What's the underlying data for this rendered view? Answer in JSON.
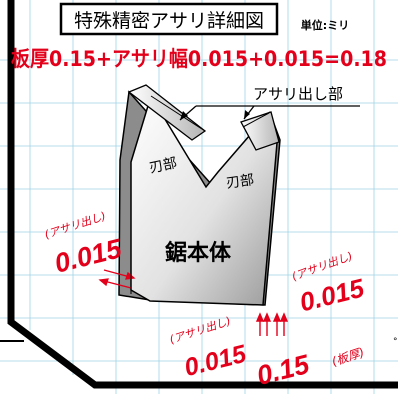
{
  "title": "特殊精密アサリ詳細図",
  "unit_label": "単位:ミリ",
  "formula": "板厚0.15+アサリ幅0.015+0.015=0.18",
  "callout_label": "アサリ出し部",
  "blade_edge_label": "刃部",
  "body_label": "鋸本体",
  "set_left": {
    "caption": "(アサリ出し)",
    "value": "0.015"
  },
  "set_bottom": {
    "caption": "(アサリ出し)",
    "value": "0.015"
  },
  "set_right": {
    "caption": "(アサリ出し)",
    "value": "0.015"
  },
  "thickness": {
    "value": "0.15",
    "caption": "(板厚)"
  },
  "colors": {
    "accent_red": "#e3001b",
    "grid": "#9fd3e6",
    "frame": "#000000"
  }
}
